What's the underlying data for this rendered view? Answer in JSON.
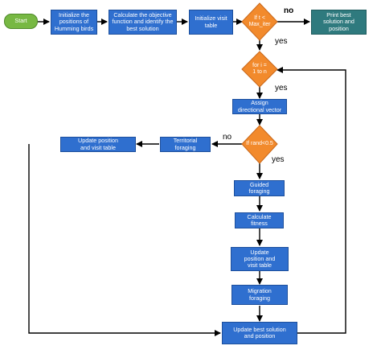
{
  "nodes": {
    "start": "Start",
    "init_positions": "Initialize the\npositions of\nHumming birds",
    "calc_objective": "Calculate the objective\nfunction and identify the\nbest solution",
    "init_visit": "Initialize visit\ntable",
    "cond_iter": "If t <\nMax_iter",
    "print_best": "Print best\nsolution and\nposition",
    "loop_i": "for i =\n1 to n",
    "assign_dir": "Assign\ndirectional vector",
    "cond_rand": "If rand<0.5",
    "territorial": "Territorial\nforaging",
    "update_pos_left": "Update position\nand visit table",
    "guided": "Guided\nforaging",
    "calc_fitness": "Calculate\nfitness",
    "update_pos_mid": "Update\nposition and\nvisit table",
    "migration": "Migration\nforaging",
    "update_best": "Update best solution\nand position"
  },
  "edge_labels": {
    "iter_no": "no",
    "iter_yes": "yes",
    "loop_yes": "yes",
    "rand_no": "no",
    "rand_yes": "yes"
  },
  "colors": {
    "process": "#2f6fcf",
    "decision": "#f28a2c",
    "start": "#77b843",
    "output": "#2f7a7e",
    "edge": "#000000"
  }
}
